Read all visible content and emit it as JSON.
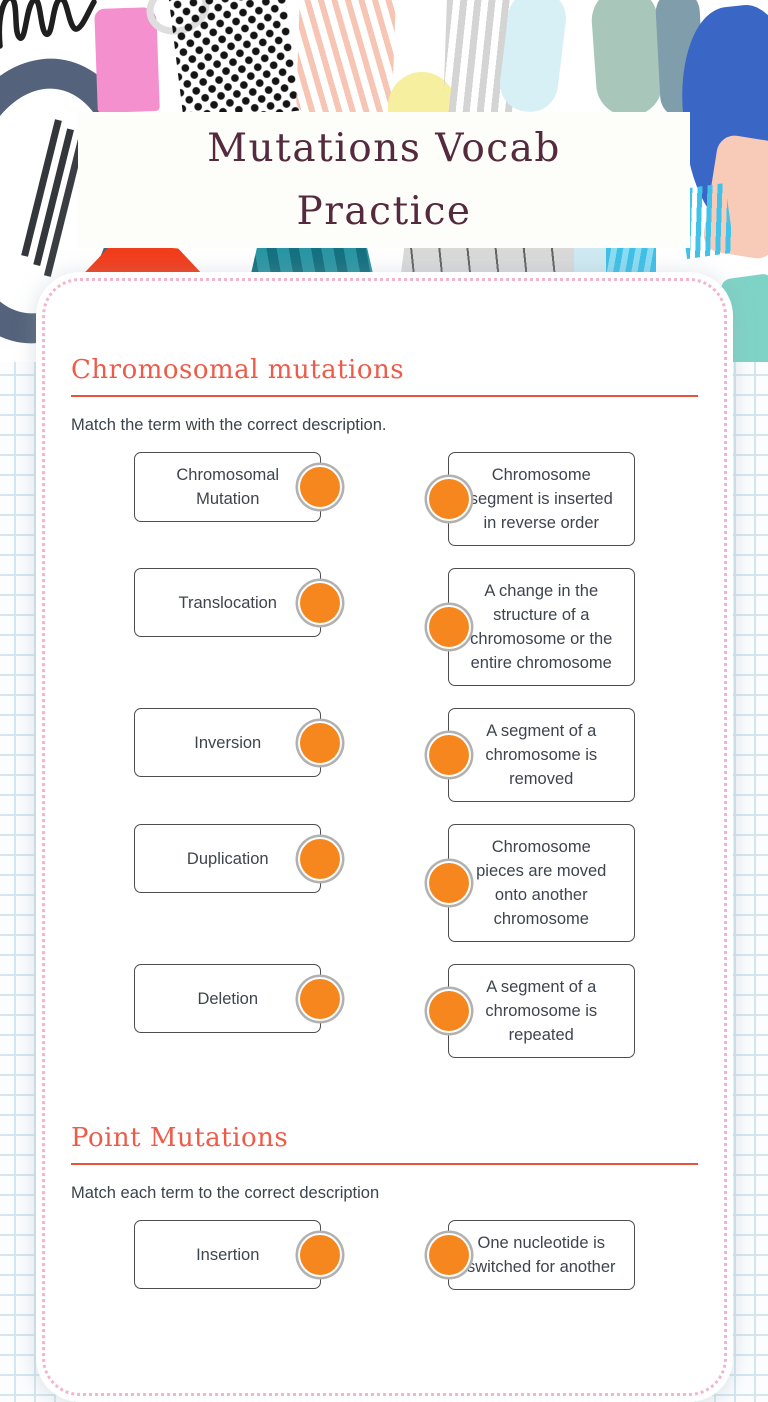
{
  "title": {
    "line1": "Mutations Vocab",
    "line2": "Practice"
  },
  "sections": [
    {
      "heading": "Chromosomal mutations",
      "instruction": "Match the term with the correct description.",
      "pairs": [
        {
          "term": "Chromosomal Mutation",
          "description": "Chromosome segment is inserted in reverse order"
        },
        {
          "term": "Translocation",
          "description": "A change in the structure of a chromosome or the entire chromosome"
        },
        {
          "term": "Inversion",
          "description": "A segment of a chromosome is removed"
        },
        {
          "term": "Duplication",
          "description": "Chromosome pieces are moved onto another chromosome"
        },
        {
          "term": "Deletion",
          "description": "A segment of a chromosome is repeated"
        }
      ]
    },
    {
      "heading": "Point Mutations",
      "instruction": "Match each term to the correct description",
      "pairs": [
        {
          "term": "Insertion",
          "description": "One nucleotide is switched for another"
        }
      ]
    }
  ],
  "colors": {
    "connector_orange": "#f6871f",
    "connector_ring_gray": "#b1b1b1",
    "heading_coral": "#ee5b49",
    "divider_red": "#e8513d",
    "title_maroon": "#552a3c",
    "card_border_pink": "#f3b5cb",
    "body_text": "#3e444e"
  }
}
